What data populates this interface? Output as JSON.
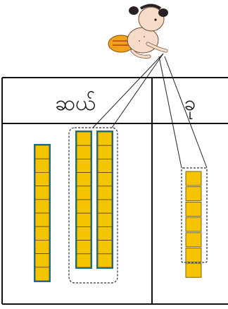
{
  "table": {
    "columns": [
      {
        "id": "tens",
        "label": "ဆယ်",
        "sticks_of_ten": 3,
        "grouped_sticks": 2
      },
      {
        "id": "ones",
        "label": "ခု",
        "unit_cubes": 7,
        "grouped_cubes": 6
      }
    ]
  },
  "colors": {
    "tile_fill": "#f5c400",
    "stick_frame": "#1a6f86",
    "grid_line": "#111111"
  },
  "illustration": {
    "icon": "baby-crawling-illustration"
  }
}
